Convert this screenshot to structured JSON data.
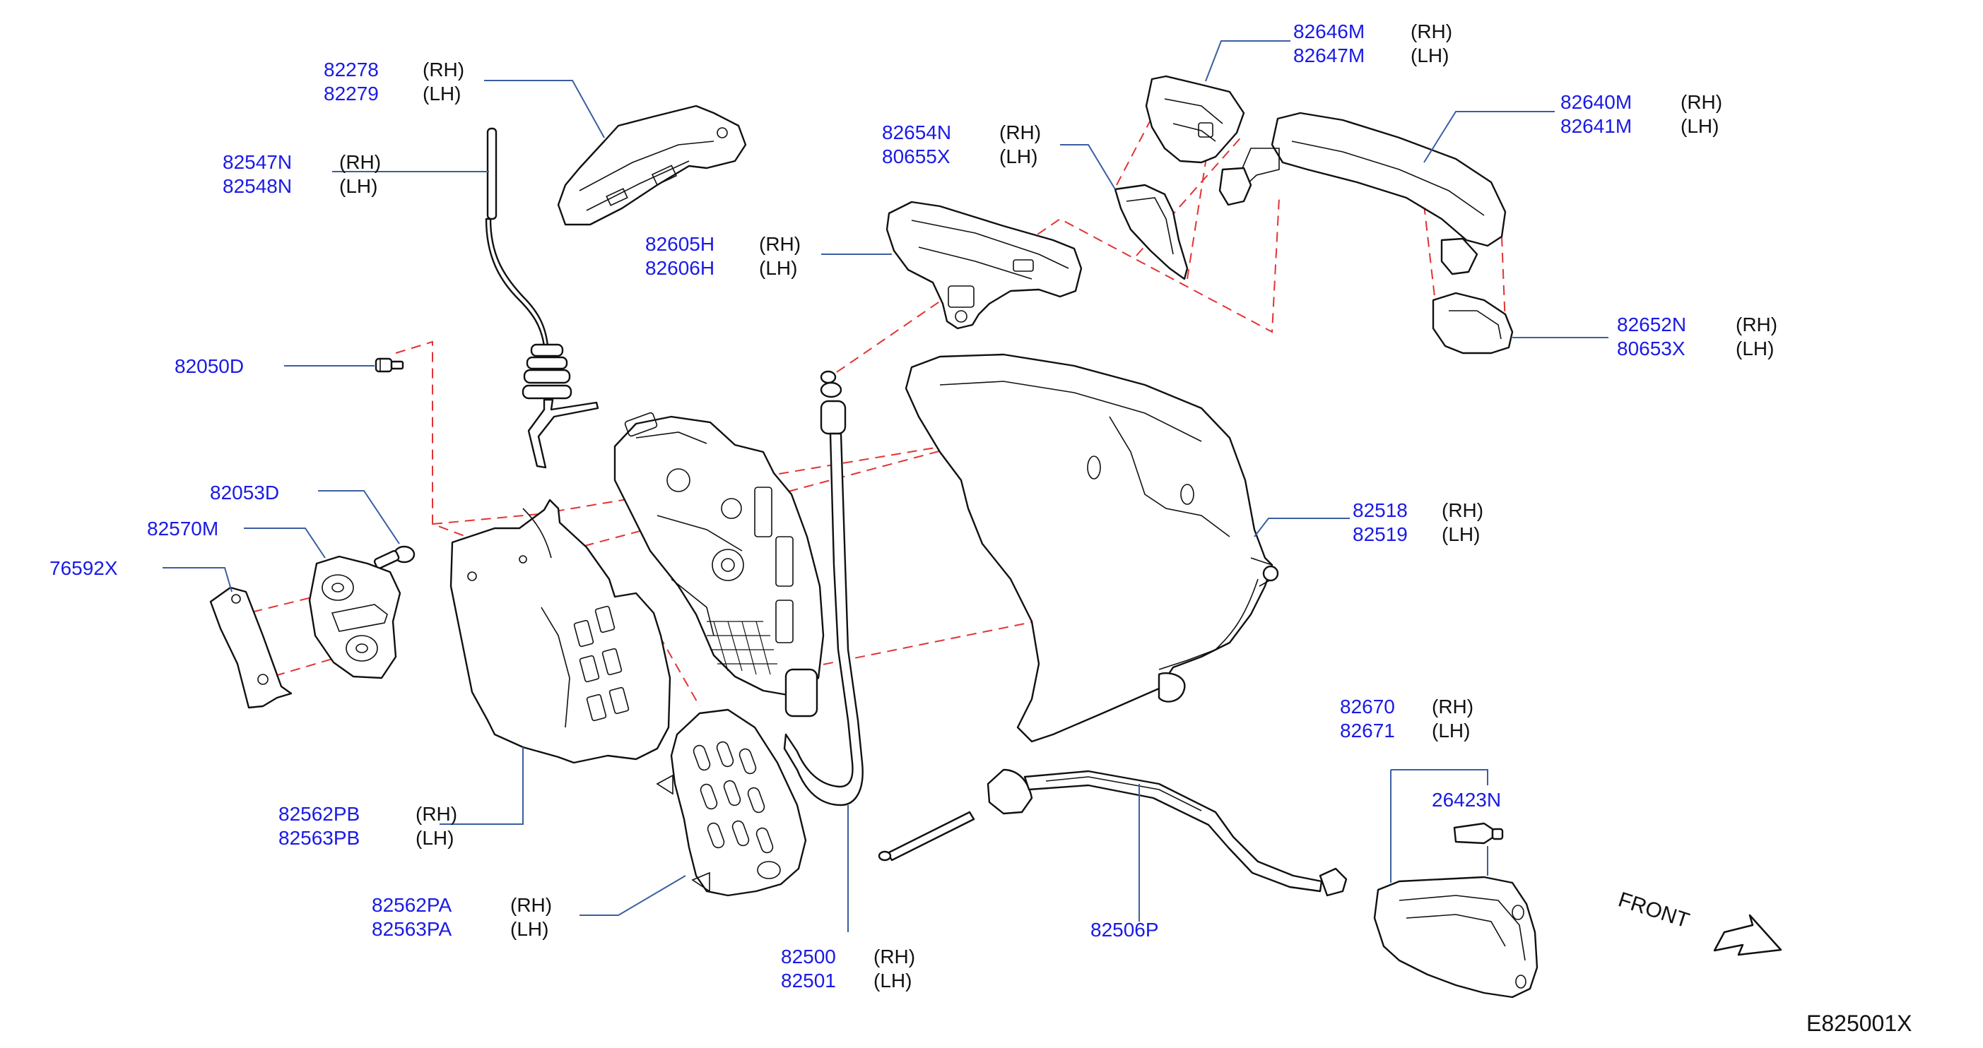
{
  "diagram": {
    "code": "E825001X",
    "front_label": "FRONT",
    "callouts": [
      {
        "id": "82278",
        "parts": [
          "82278",
          "82279"
        ],
        "sides": [
          "(RH)",
          "(LH)"
        ]
      },
      {
        "id": "82547N",
        "parts": [
          "82547N",
          "82548N"
        ],
        "sides": [
          "(RH)",
          "(LH)"
        ]
      },
      {
        "id": "82050D",
        "parts": [
          "82050D"
        ],
        "sides": []
      },
      {
        "id": "82053D",
        "parts": [
          "82053D"
        ],
        "sides": []
      },
      {
        "id": "82570M",
        "parts": [
          "82570M"
        ],
        "sides": []
      },
      {
        "id": "76592X",
        "parts": [
          "76592X"
        ],
        "sides": []
      },
      {
        "id": "82562PB",
        "parts": [
          "82562PB",
          "82563PB"
        ],
        "sides": [
          "(RH)",
          "(LH)"
        ]
      },
      {
        "id": "82562PA",
        "parts": [
          "82562PA",
          "82563PA"
        ],
        "sides": [
          "(RH)",
          "(LH)"
        ]
      },
      {
        "id": "82500",
        "parts": [
          "82500",
          "82501"
        ],
        "sides": [
          "(RH)",
          "(LH)"
        ]
      },
      {
        "id": "82605H",
        "parts": [
          "82605H",
          "82606H"
        ],
        "sides": [
          "(RH)",
          "(LH)"
        ]
      },
      {
        "id": "82654N",
        "parts": [
          "82654N",
          "80655X"
        ],
        "sides": [
          "(RH)",
          "(LH)"
        ]
      },
      {
        "id": "82646M",
        "parts": [
          "82646M",
          "82647M"
        ],
        "sides": [
          "(RH)",
          "(LH)"
        ]
      },
      {
        "id": "82640M",
        "parts": [
          "82640M",
          "82641M"
        ],
        "sides": [
          "(RH)",
          "(LH)"
        ]
      },
      {
        "id": "82652N",
        "parts": [
          "82652N",
          "80653X"
        ],
        "sides": [
          "(RH)",
          "(LH)"
        ]
      },
      {
        "id": "82518",
        "parts": [
          "82518",
          "82519"
        ],
        "sides": [
          "(RH)",
          "(LH)"
        ]
      },
      {
        "id": "82670",
        "parts": [
          "82670",
          "82671"
        ],
        "sides": [
          "(RH)",
          "(LH)"
        ]
      },
      {
        "id": "26423N",
        "parts": [
          "26423N"
        ],
        "sides": []
      },
      {
        "id": "82506P",
        "parts": [
          "82506P"
        ],
        "sides": []
      }
    ]
  }
}
